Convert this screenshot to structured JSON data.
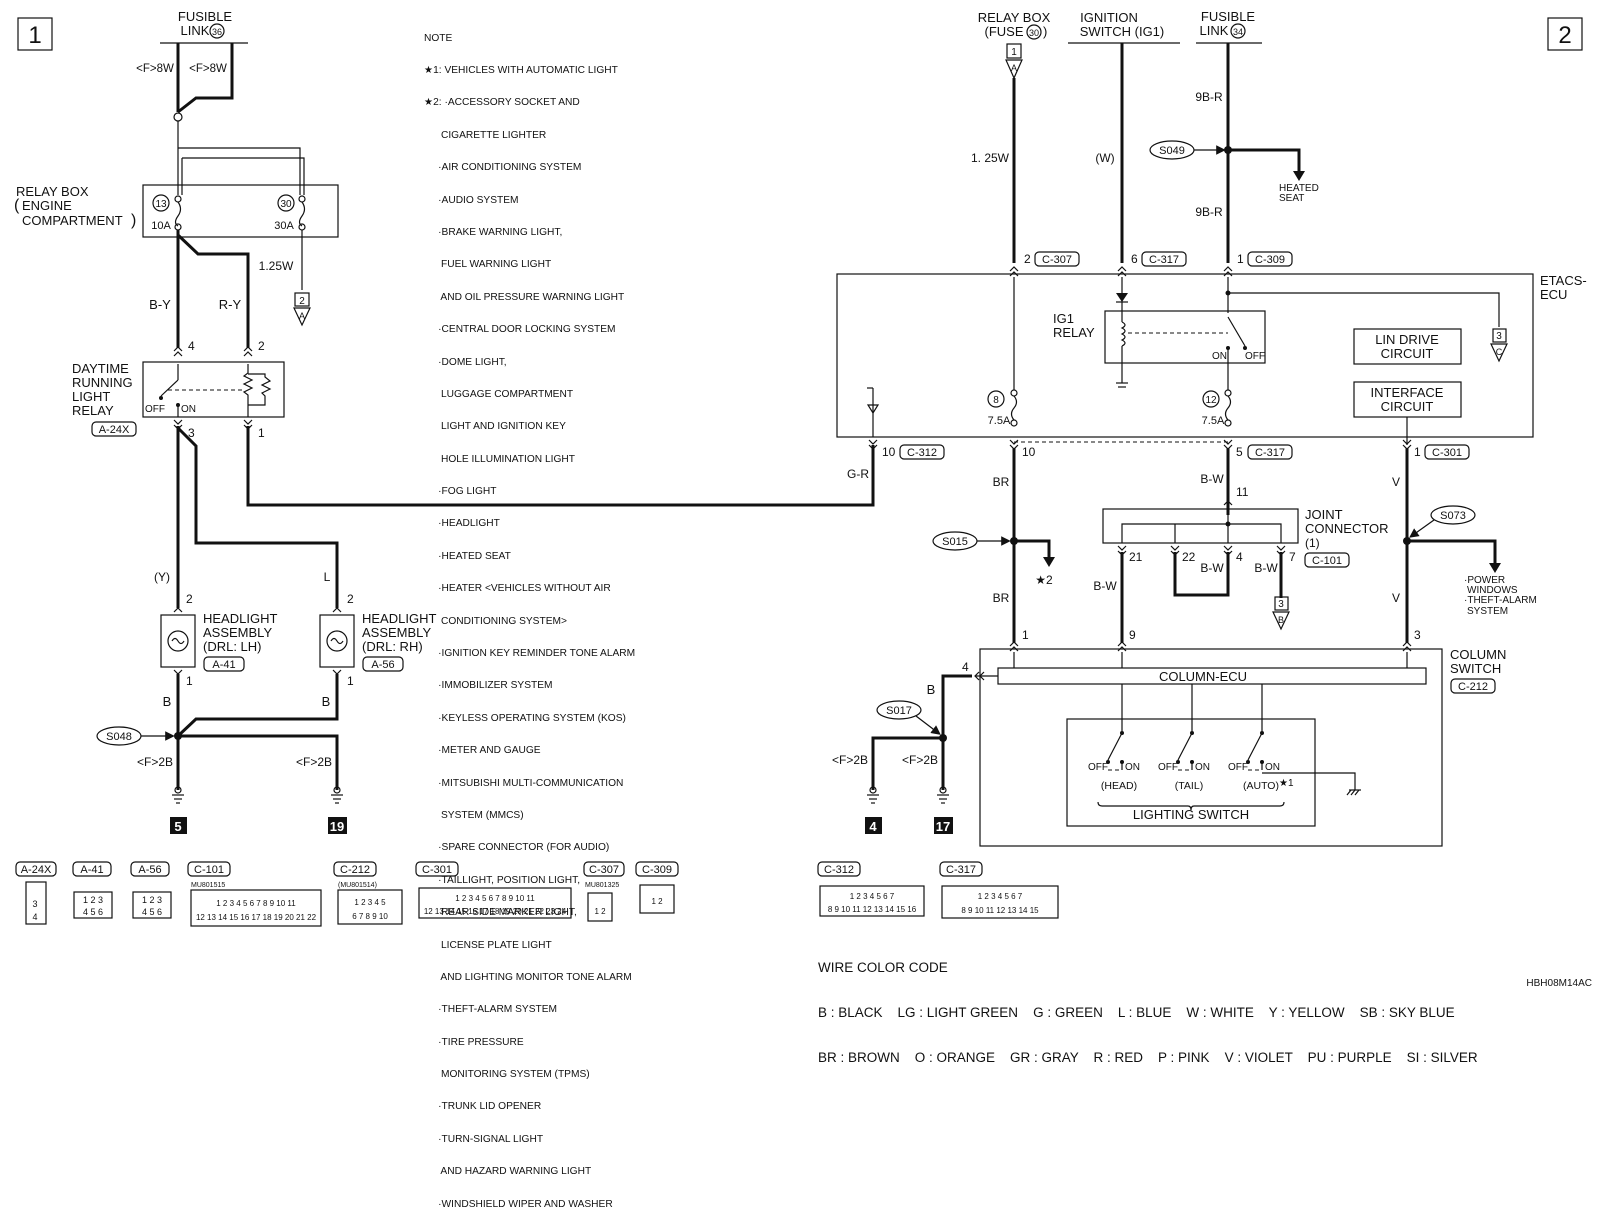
{
  "page_markers": {
    "left": "1",
    "right": "2"
  },
  "note": {
    "heading": "NOTE",
    "lines": [
      "★1: VEHICLES WITH AUTOMATIC LIGHT",
      "★2: ·ACCESSORY SOCKET AND",
      "      CIGARETTE LIGHTER",
      "     ·AIR CONDITIONING SYSTEM",
      "     ·AUDIO SYSTEM",
      "     ·BRAKE WARNING LIGHT,",
      "      FUEL WARNING LIGHT",
      "      AND OIL PRESSURE WARNING LIGHT",
      "     ·CENTRAL DOOR LOCKING SYSTEM",
      "     ·DOME LIGHT,",
      "      LUGGAGE COMPARTMENT",
      "      LIGHT AND IGNITION KEY",
      "      HOLE ILLUMINATION LIGHT",
      "     ·FOG LIGHT",
      "     ·HEADLIGHT",
      "     ·HEATED SEAT",
      "     ·HEATER <VEHICLES WITHOUT AIR",
      "      CONDITIONING SYSTEM>",
      "     ·IGNITION KEY REMINDER TONE ALARM",
      "     ·IMMOBILIZER SYSTEM",
      "     ·KEYLESS OPERATING SYSTEM (KOS)",
      "     ·METER AND GAUGE",
      "     ·MITSUBISHI MULTI-COMMUNICATION",
      "      SYSTEM (MMCS)",
      "     ·SPARE CONNECTOR (FOR AUDIO)",
      "     ·TAILLIGHT, POSITION LIGHT,",
      "      REAR SIDE MARKER LIGHT,",
      "      LICENSE PLATE LIGHT",
      "      AND LIGHTING MONITOR TONE ALARM",
      "     ·THEFT-ALARM SYSTEM",
      "     ·TIRE PRESSURE",
      "      MONITORING SYSTEM (TPMS)",
      "     ·TRUNK LID OPENER",
      "     ·TURN-SIGNAL LIGHT",
      "      AND HAZARD WARNING LIGHT",
      "     ·WINDSHIELD WIPER AND WASHER"
    ]
  },
  "left": {
    "fusible_link": "FUSIBLE",
    "fusible_link_2": "LINK",
    "fusible_link_num": "36",
    "f8w_a": "<F>8W",
    "f8w_b": "<F>8W",
    "relay_box_1": "RELAY BOX",
    "relay_box_2": "ENGINE",
    "relay_box_3": "COMPARTMENT",
    "fuse13": "13",
    "fuse13_amp": "10A",
    "fuse30": "30",
    "fuse30_amp": "30A",
    "w125": "1.25W",
    "arrowA_num": "2",
    "arrowA": "A",
    "by": "B-Y",
    "ry": "R-Y",
    "pin4": "4",
    "pin2": "2",
    "pin3": "3",
    "pin1": "1",
    "drl_1": "DAYTIME",
    "drl_2": "RUNNING",
    "drl_3": "LIGHT",
    "drl_4": "RELAY",
    "drl_conn": "A-24X",
    "off": "OFF",
    "on": "ON",
    "y_paren": "(Y)",
    "l_wire": "L",
    "hl_lh_pin2": "2",
    "hl_rh_pin2": "2",
    "hl_lh_1": "HEADLIGHT",
    "hl_lh_2": "ASSEMBLY",
    "hl_lh_3": "(DRL: LH)",
    "hl_lh_conn": "A-41",
    "hl_rh_1": "HEADLIGHT",
    "hl_rh_2": "ASSEMBLY",
    "hl_rh_3": "(DRL: RH)",
    "hl_rh_conn": "A-56",
    "hl_lh_pin1": "1",
    "hl_rh_pin1": "1",
    "b_lh": "B",
    "b_rh": "B",
    "s048": "S048",
    "f2b_a": "<F>2B",
    "f2b_b": "<F>2B",
    "ground5": "5",
    "ground19": "19",
    "gr": "G-R"
  },
  "right": {
    "relay_box_1": "RELAY BOX",
    "relay_box_2": "(FUSE",
    "relay_box_fuse": "30",
    "arrow1_num": "1",
    "arrow1": "A",
    "ign_1": "IGNITION",
    "ign_2": "SWITCH (IG1)",
    "fl_1": "FUSIBLE",
    "fl_2": "LINK",
    "fl_num": "34",
    "w125": "1. 25W",
    "w_paren": "(W)",
    "b9r_1": "9B-R",
    "b9r_2": "9B-R",
    "s049": "S049",
    "heated_1": "HEATED",
    "heated_2": "SEAT",
    "c307_pin": "2",
    "c307": "C-307",
    "c317_pin6": "6",
    "c317_a": "C-317",
    "c309_pin": "1",
    "c309": "C-309",
    "etacs_1": "ETACS-",
    "etacs_2": "ECU",
    "ig1_1": "IG1",
    "ig1_2": "RELAY",
    "on": "ON",
    "off": "OFF",
    "arrowC_num": "3",
    "arrowC": "C",
    "lin_1": "LIN DRIVE",
    "lin_2": "CIRCUIT",
    "if_1": "INTERFACE",
    "if_2": "CIRCUIT",
    "fuse8": "8",
    "fuse8_amp": "7.5A",
    "fuse12": "12",
    "fuse12_amp": "7.5A",
    "c312_pin": "10",
    "c312": "C-312",
    "pin10": "10",
    "c317_pin5": "5",
    "c317_b": "C-317",
    "c301_pin": "1",
    "c301": "C-301",
    "br_1": "BR",
    "bw_1": "B-W",
    "pin11": "11",
    "v_1": "V",
    "jc_1": "JOINT",
    "jc_2": "CONNECTOR",
    "jc_3": "(1)",
    "jc_conn": "C-101",
    "s015": "S015",
    "star2": "★2",
    "s073": "S073",
    "pw_1": "·POWER",
    "pw_2": "WINDOWS",
    "pw_3": "·THEFT-ALARM",
    "pw_4": "SYSTEM",
    "jc21": "21",
    "jc22": "22",
    "jc4": "4",
    "jc7": "7",
    "bw_2": "B-W",
    "bw_3": "B-W",
    "bw_4": "B-W",
    "arrowB_num": "3",
    "arrowB": "B",
    "br_2": "BR",
    "v_2": "V",
    "cs_pin1": "1",
    "cs_pin9": "9",
    "cs_pin3": "3",
    "cs_pin4": "4",
    "col_1": "COLUMN",
    "col_2": "SWITCH",
    "col_conn": "C-212",
    "column_ecu": "COLUMN-ECU",
    "b_wire": "B",
    "s017": "S017",
    "f2b_a": "<F>2B",
    "f2b_b": "<F>2B",
    "ground4": "4",
    "ground17": "17",
    "sw_off": "OFF",
    "sw_on": "ON",
    "head": "(HEAD)",
    "tail": "(TAIL)",
    "auto": "(AUTO)",
    "star1": "★1",
    "lighting_switch": "LIGHTING SWITCH"
  },
  "connectors": [
    {
      "code": "A-24X",
      "part": ""
    },
    {
      "code": "A-41",
      "part": ""
    },
    {
      "code": "A-56",
      "part": ""
    },
    {
      "code": "C-101",
      "part": "MU801515"
    },
    {
      "code": "C-212",
      "part": "(MU801514)"
    },
    {
      "code": "C-301",
      "part": ""
    },
    {
      "code": "C-307",
      "part": "MU801325"
    },
    {
      "code": "C-309",
      "part": ""
    },
    {
      "code": "C-312",
      "part": ""
    },
    {
      "code": "C-317",
      "part": ""
    }
  ],
  "wire_color_code": {
    "title": "WIRE COLOR CODE",
    "line1": "B : BLACK    LG : LIGHT GREEN    G : GREEN    L : BLUE    W : WHITE    Y : YELLOW    SB : SKY BLUE",
    "line2": "BR : BROWN    O : ORANGE    GR : GRAY    R : RED    P : PINK    V : VIOLET    PU : PURPLE    SI : SILVER"
  },
  "image_code": "HBH08M14AC"
}
